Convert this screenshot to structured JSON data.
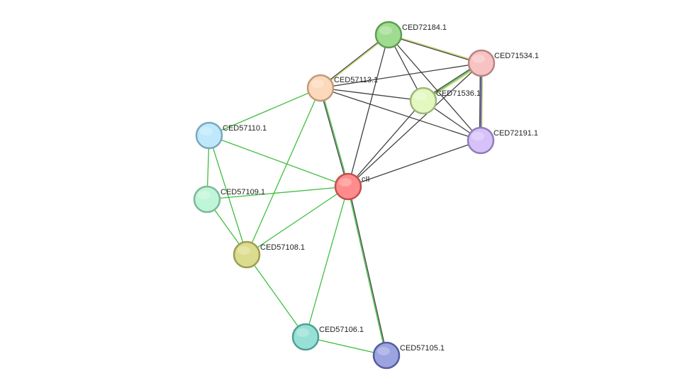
{
  "network": {
    "colors": {
      "line_green": "#3fbf3f",
      "line_dark": "#404040",
      "line_yellow": "#c8cf60",
      "line_blue": "#3b3fa8"
    },
    "nodes": [
      {
        "id": "CED72184.1",
        "label": "CED72184.1",
        "fill": "#9fdc8f",
        "stroke": "#5e9d52"
      },
      {
        "id": "CED71534.1",
        "label": "CED71534.1",
        "fill": "#f7c2c2",
        "stroke": "#b88383"
      },
      {
        "id": "CED57113.1",
        "label": "CED57113.1",
        "fill": "#fcd9bb",
        "stroke": "#c19a78"
      },
      {
        "id": "CED71536.1",
        "label": "CED71536.1",
        "fill": "#e3f8bf",
        "stroke": "#a0b57c"
      },
      {
        "id": "CED72191.1",
        "label": "CED72191.1",
        "fill": "#d6c2f8",
        "stroke": "#8f7cba"
      },
      {
        "id": "CED57110.1",
        "label": "CED57110.1",
        "fill": "#bee8fb",
        "stroke": "#7ca6bc"
      },
      {
        "id": "cII",
        "label": "cII",
        "fill": "#ff8c8c",
        "stroke": "#c05050"
      },
      {
        "id": "CED57109.1",
        "label": "CED57109.1",
        "fill": "#bff5d9",
        "stroke": "#7db89a"
      },
      {
        "id": "CED57108.1",
        "label": "CED57108.1",
        "fill": "#dcdc8e",
        "stroke": "#9d9d52"
      },
      {
        "id": "CED57106.1",
        "label": "CED57106.1",
        "fill": "#96e0d6",
        "stroke": "#4f9f94"
      },
      {
        "id": "CED57105.1",
        "label": "CED57105.1",
        "fill": "#9ba4e0",
        "stroke": "#545ea0"
      }
    ],
    "edges": [
      {
        "source": "CED72184.1",
        "target": "CED71534.1",
        "colors": [
          "line_yellow",
          "line_dark"
        ]
      },
      {
        "source": "CED72184.1",
        "target": "CED57113.1",
        "colors": [
          "line_yellow",
          "line_dark"
        ]
      },
      {
        "source": "CED72184.1",
        "target": "CED71536.1",
        "colors": [
          "line_dark"
        ]
      },
      {
        "source": "CED72184.1",
        "target": "CED72191.1",
        "colors": [
          "line_dark"
        ]
      },
      {
        "source": "CED72184.1",
        "target": "cII",
        "colors": [
          "line_dark"
        ]
      },
      {
        "source": "CED71534.1",
        "target": "CED57113.1",
        "colors": [
          "line_dark"
        ]
      },
      {
        "source": "CED71534.1",
        "target": "CED71536.1",
        "colors": [
          "line_yellow",
          "line_green",
          "line_dark"
        ]
      },
      {
        "source": "CED71534.1",
        "target": "CED72191.1",
        "colors": [
          "line_yellow",
          "line_blue",
          "line_dark"
        ]
      },
      {
        "source": "CED71534.1",
        "target": "cII",
        "colors": [
          "line_dark"
        ]
      },
      {
        "source": "CED57113.1",
        "target": "CED71536.1",
        "colors": [
          "line_dark"
        ]
      },
      {
        "source": "CED57113.1",
        "target": "CED72191.1",
        "colors": [
          "line_dark"
        ]
      },
      {
        "source": "CED57113.1",
        "target": "cII",
        "colors": [
          "line_green",
          "line_dark"
        ]
      },
      {
        "source": "CED57113.1",
        "target": "CED57110.1",
        "colors": [
          "line_green"
        ]
      },
      {
        "source": "CED57113.1",
        "target": "CED57108.1",
        "colors": [
          "line_green"
        ]
      },
      {
        "source": "CED71536.1",
        "target": "CED72191.1",
        "colors": [
          "line_dark"
        ]
      },
      {
        "source": "CED71536.1",
        "target": "cII",
        "colors": [
          "line_dark"
        ]
      },
      {
        "source": "CED72191.1",
        "target": "cII",
        "colors": [
          "line_dark"
        ]
      },
      {
        "source": "CED57110.1",
        "target": "cII",
        "colors": [
          "line_green"
        ]
      },
      {
        "source": "CED57110.1",
        "target": "CED57109.1",
        "colors": [
          "line_green"
        ]
      },
      {
        "source": "CED57110.1",
        "target": "CED57108.1",
        "colors": [
          "line_green"
        ]
      },
      {
        "source": "CED57109.1",
        "target": "cII",
        "colors": [
          "line_green"
        ]
      },
      {
        "source": "CED57109.1",
        "target": "CED57108.1",
        "colors": [
          "line_green"
        ]
      },
      {
        "source": "CED57108.1",
        "target": "cII",
        "colors": [
          "line_green"
        ]
      },
      {
        "source": "CED57108.1",
        "target": "CED57106.1",
        "colors": [
          "line_green"
        ]
      },
      {
        "source": "CED57106.1",
        "target": "cII",
        "colors": [
          "line_green"
        ]
      },
      {
        "source": "CED57106.1",
        "target": "CED57105.1",
        "colors": [
          "line_green"
        ]
      },
      {
        "source": "CED57105.1",
        "target": "cII",
        "colors": [
          "line_green",
          "line_dark"
        ]
      }
    ]
  }
}
